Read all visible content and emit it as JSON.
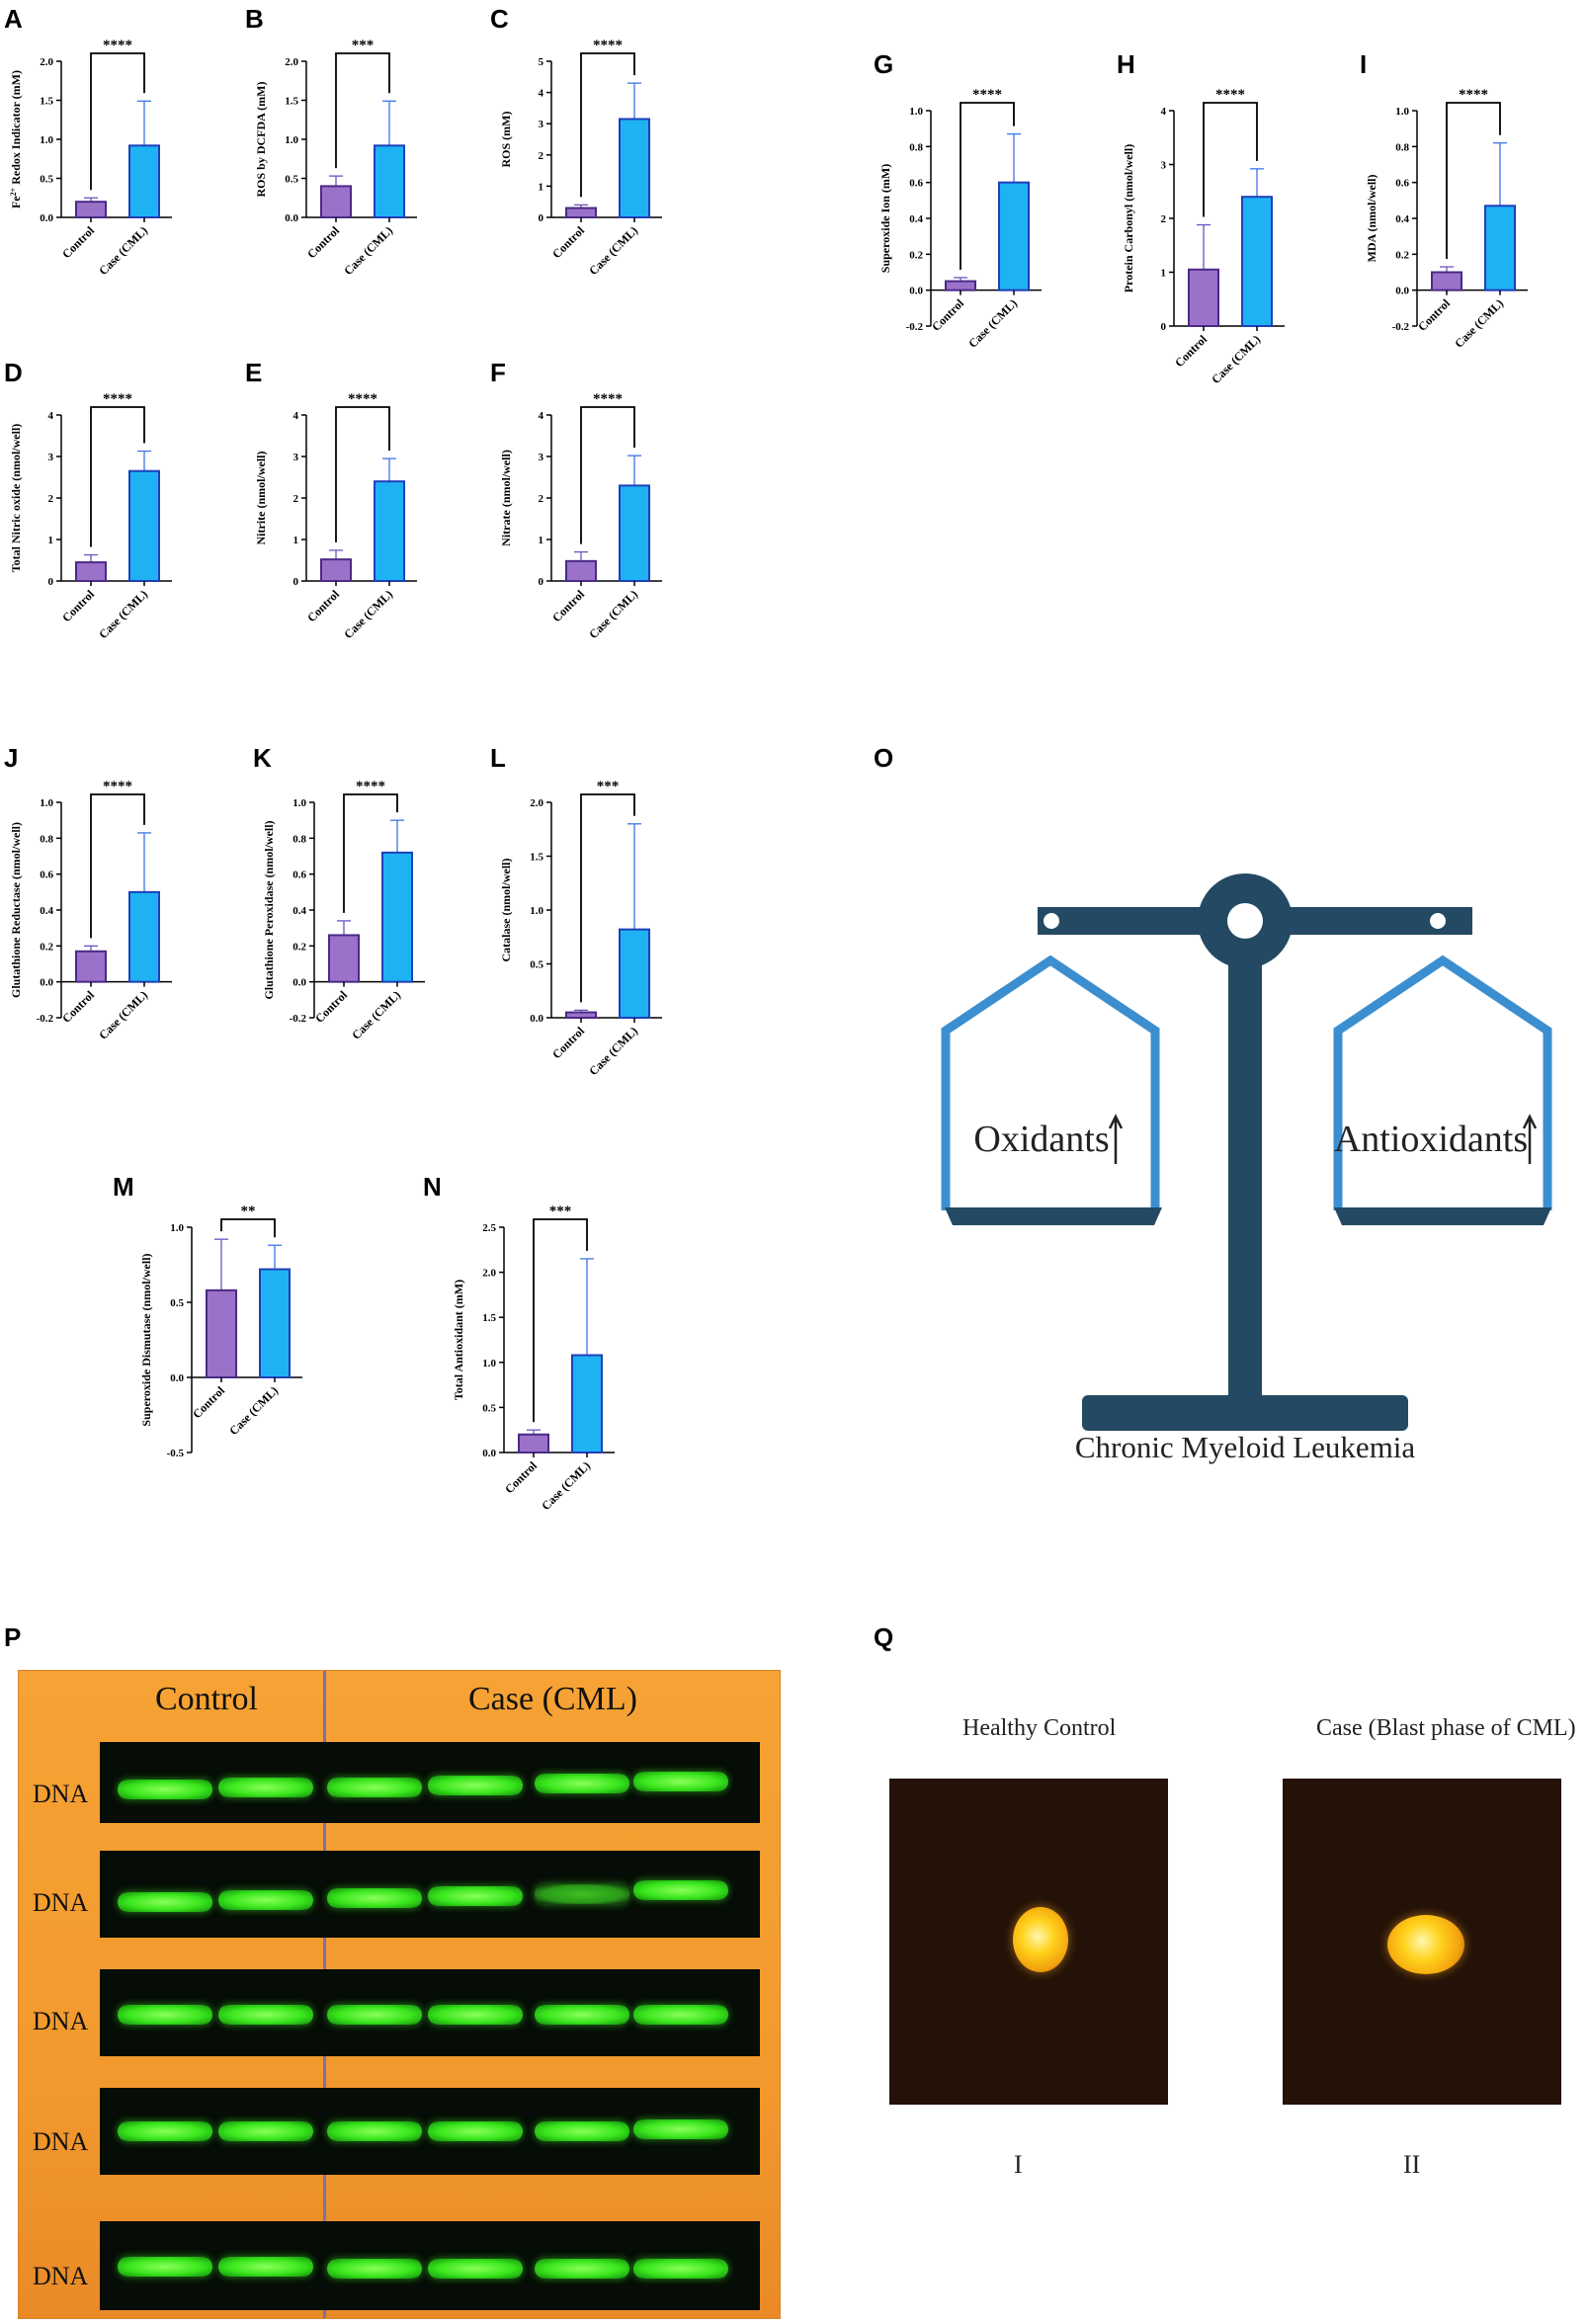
{
  "colors": {
    "control": "#9b72c9",
    "control_edge": "#4a2a86",
    "case": "#1eb2f5",
    "case_edge": "#1f3fb8",
    "err_control": "#6c55c0",
    "err_case": "#3d74e8"
  },
  "categories": [
    "Control",
    "Case (CML)"
  ],
  "panel_letters": [
    "A",
    "B",
    "C",
    "D",
    "E",
    "F",
    "G",
    "H",
    "I",
    "J",
    "K",
    "L",
    "M",
    "N",
    "O",
    "P",
    "Q"
  ],
  "chart_data": [
    {
      "id": "A",
      "type": "bar",
      "ylabel": "Fe2+ Redox Indicator (mM)",
      "ylabel_parts": [
        "Fe",
        "2+",
        " Redox Indicator (mM)"
      ],
      "ylim": [
        0,
        2.0
      ],
      "yticks": [
        "0.0",
        "0.5",
        "1.0",
        "1.5",
        "2.0"
      ],
      "tick_values": [
        0,
        0.5,
        1,
        1.5,
        2
      ],
      "values": [
        0.2,
        0.92
      ],
      "errors": [
        0.05,
        0.57
      ],
      "significance": "****"
    },
    {
      "id": "B",
      "type": "bar",
      "ylabel": "ROS by DCFDA (mM)",
      "ylim": [
        0,
        2.0
      ],
      "yticks": [
        "0.0",
        "0.5",
        "1.0",
        "1.5",
        "2.0"
      ],
      "tick_values": [
        0,
        0.5,
        1,
        1.5,
        2
      ],
      "values": [
        0.4,
        0.92
      ],
      "errors": [
        0.13,
        0.57
      ],
      "significance": "***"
    },
    {
      "id": "C",
      "type": "bar",
      "ylabel": "ROS (mM)",
      "ylim": [
        0,
        5
      ],
      "yticks": [
        "0",
        "1",
        "2",
        "3",
        "4",
        "5"
      ],
      "tick_values": [
        0,
        1,
        2,
        3,
        4,
        5
      ],
      "values": [
        0.3,
        3.15
      ],
      "errors": [
        0.1,
        1.15
      ],
      "significance": "****"
    },
    {
      "id": "D",
      "type": "bar",
      "ylabel": "Total Nitric oxide (nmol/well)",
      "ylim": [
        0,
        4
      ],
      "yticks": [
        "0",
        "1",
        "2",
        "3",
        "4"
      ],
      "tick_values": [
        0,
        1,
        2,
        3,
        4
      ],
      "values": [
        0.45,
        2.65
      ],
      "errors": [
        0.18,
        0.48
      ],
      "significance": "****"
    },
    {
      "id": "E",
      "type": "bar",
      "ylabel": "Nitrite (nmol/well)",
      "ylim": [
        0,
        4
      ],
      "yticks": [
        "0",
        "1",
        "2",
        "3",
        "4"
      ],
      "tick_values": [
        0,
        1,
        2,
        3,
        4
      ],
      "values": [
        0.52,
        2.4
      ],
      "errors": [
        0.22,
        0.55
      ],
      "significance": "****"
    },
    {
      "id": "F",
      "type": "bar",
      "ylabel": "Nitrate (nmol/well)",
      "ylim": [
        0,
        4
      ],
      "yticks": [
        "0",
        "1",
        "2",
        "3",
        "4"
      ],
      "tick_values": [
        0,
        1,
        2,
        3,
        4
      ],
      "values": [
        0.48,
        2.3
      ],
      "errors": [
        0.22,
        0.72
      ],
      "significance": "****"
    },
    {
      "id": "G",
      "type": "bar",
      "ylabel": "Superoxide Ion (mM)",
      "ylim": [
        -0.2,
        1.0
      ],
      "yticks": [
        "-0.2",
        "0.0",
        "0.2",
        "0.4",
        "0.6",
        "0.8",
        "1.0"
      ],
      "tick_values": [
        -0.2,
        0,
        0.2,
        0.4,
        0.6,
        0.8,
        1.0
      ],
      "values": [
        0.05,
        0.6
      ],
      "errors": [
        0.02,
        0.27
      ],
      "significance": "****"
    },
    {
      "id": "H",
      "type": "bar",
      "ylabel": "Protein Carbonyl (nmol/well)",
      "ylim": [
        0,
        4
      ],
      "yticks": [
        "0",
        "1",
        "2",
        "3",
        "4"
      ],
      "tick_values": [
        0,
        1,
        2,
        3,
        4
      ],
      "values": [
        1.05,
        2.4
      ],
      "errors": [
        0.83,
        0.52
      ],
      "significance": "****"
    },
    {
      "id": "I",
      "type": "bar",
      "ylabel": "MDA (nmol/well)",
      "ylim": [
        -0.2,
        1.0
      ],
      "yticks": [
        "-0.2",
        "0.0",
        "0.2",
        "0.4",
        "0.6",
        "0.8",
        "1.0"
      ],
      "tick_values": [
        -0.2,
        0,
        0.2,
        0.4,
        0.6,
        0.8,
        1.0
      ],
      "values": [
        0.1,
        0.47
      ],
      "errors": [
        0.03,
        0.35
      ],
      "significance": "****"
    },
    {
      "id": "J",
      "type": "bar",
      "ylabel": "Glutathione Reductase (nmol/well)",
      "ylim": [
        -0.2,
        1.0
      ],
      "yticks": [
        "-0.2",
        "0.0",
        "0.2",
        "0.4",
        "0.6",
        "0.8",
        "1.0"
      ],
      "tick_values": [
        -0.2,
        0,
        0.2,
        0.4,
        0.6,
        0.8,
        1.0
      ],
      "values": [
        0.17,
        0.5
      ],
      "errors": [
        0.03,
        0.33
      ],
      "significance": "****"
    },
    {
      "id": "K",
      "type": "bar",
      "ylabel": "Glutathione Peroxidase (nmol/well)",
      "ylim": [
        -0.2,
        1.0
      ],
      "yticks": [
        "-0.2",
        "0.0",
        "0.2",
        "0.4",
        "0.6",
        "0.8",
        "1.0"
      ],
      "tick_values": [
        -0.2,
        0,
        0.2,
        0.4,
        0.6,
        0.8,
        1.0
      ],
      "values": [
        0.26,
        0.72
      ],
      "errors": [
        0.08,
        0.18
      ],
      "significance": "****"
    },
    {
      "id": "L",
      "type": "bar",
      "ylabel": "Catalase (nmol/well)",
      "ylim": [
        0,
        2.0
      ],
      "yticks": [
        "0.0",
        "0.5",
        "1.0",
        "1.5",
        "2.0"
      ],
      "tick_values": [
        0,
        0.5,
        1,
        1.5,
        2
      ],
      "values": [
        0.05,
        0.82
      ],
      "errors": [
        0.02,
        0.98
      ],
      "significance": "***"
    },
    {
      "id": "M",
      "type": "bar",
      "ylabel": "Superoxide Dismutase (nmol/well)",
      "ylim": [
        -0.5,
        1.0
      ],
      "yticks": [
        "-0.5",
        "0.0",
        "0.5",
        "1.0"
      ],
      "tick_values": [
        -0.5,
        0,
        0.5,
        1.0
      ],
      "values": [
        0.58,
        0.72
      ],
      "errors": [
        0.34,
        0.16
      ],
      "significance": "**"
    },
    {
      "id": "N",
      "type": "bar",
      "ylabel": "Total Antioxidant (mM)",
      "ylim": [
        0,
        2.5
      ],
      "yticks": [
        "0.0",
        "0.5",
        "1.0",
        "1.5",
        "2.0",
        "2.5"
      ],
      "tick_values": [
        0,
        0.5,
        1,
        1.5,
        2,
        2.5
      ],
      "values": [
        0.2,
        1.08
      ],
      "errors": [
        0.05,
        1.07
      ],
      "significance": "***"
    }
  ],
  "scale": {
    "left_label": "Oxidants",
    "right_label": "Antioxidants",
    "base_label": "Chronic Myeloid Leukemia",
    "color": "#244a63",
    "pan_color": "#3b8fd0"
  },
  "gel": {
    "control_header": "Control",
    "case_header": "Case (CML)",
    "row_labels": [
      "DNA",
      "DNA",
      "DNA",
      "DNA",
      "DNA"
    ]
  },
  "comet": {
    "left_title": "Healthy Control",
    "right_title": "Case (Blast phase of CML)",
    "left_numeral": "I",
    "right_numeral": "II"
  }
}
